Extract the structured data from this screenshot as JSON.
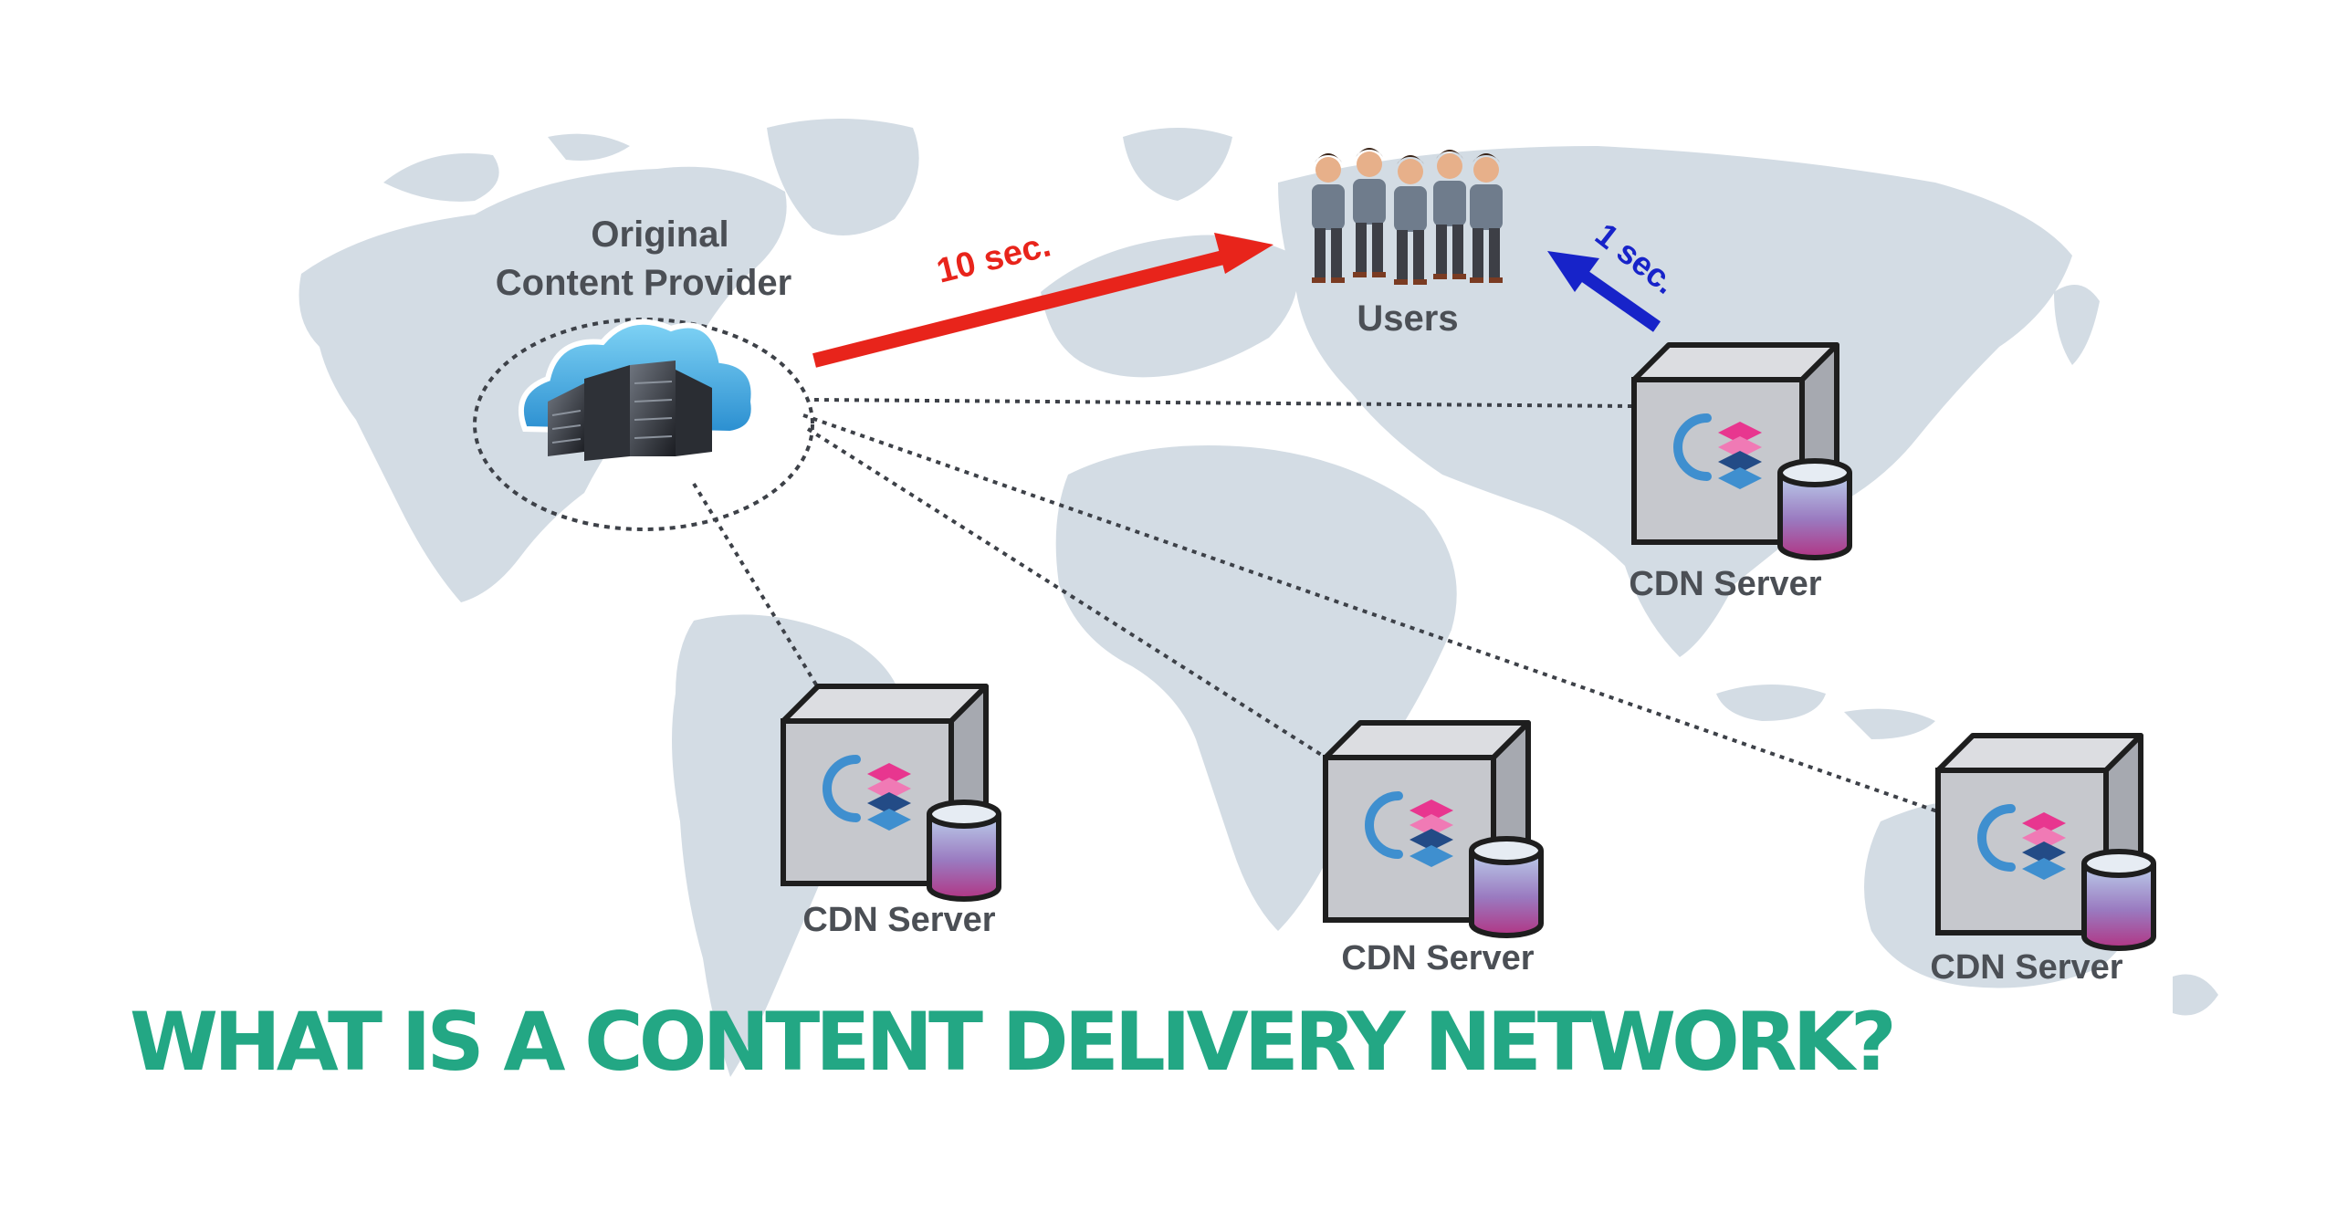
{
  "diagram": {
    "origin": {
      "label_line1": "Original",
      "label_line2": "Content Provider"
    },
    "users": {
      "label": "Users"
    },
    "slow_path": {
      "label": "10 sec.",
      "color": "#e8241b"
    },
    "fast_path": {
      "label": "1 sec.",
      "color": "#1723c9"
    },
    "cdn_servers": [
      {
        "id": "asia",
        "label": "CDN Server"
      },
      {
        "id": "south-america",
        "label": "CDN Server"
      },
      {
        "id": "africa",
        "label": "CDN Server"
      },
      {
        "id": "australia",
        "label": "CDN Server"
      }
    ],
    "colors": {
      "map": "#d3dce4",
      "server_box": "#c5c7cc",
      "server_outline": "#1e1e1e",
      "logo_pink": "#e8368f",
      "logo_blue": "#3f8fcf",
      "db_top": "#dfe6ee",
      "db_gradient_top": "#b7c9e8",
      "db_gradient_bottom": "#b23a86"
    }
  },
  "headline": {
    "text": "WHAT IS A CONTENT DELIVERY NETWORK?",
    "color": "#23a784"
  }
}
